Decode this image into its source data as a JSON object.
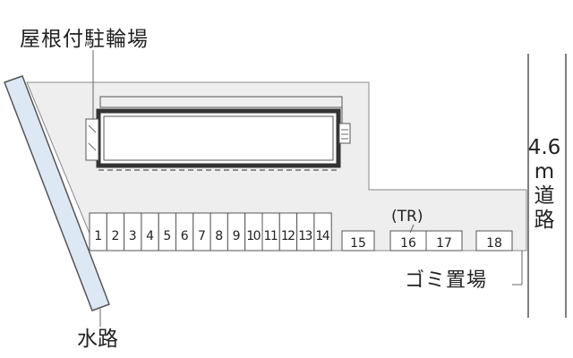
{
  "labels": {
    "bicycle_parking": "屋根付駐輪場",
    "waterway": "水路",
    "garbage": "ゴミ置場",
    "transformer": "(TR)",
    "road_width": "4.6",
    "road_unit": "m",
    "road_char1": "道",
    "road_char2": "路"
  },
  "parking_spaces": [
    "1",
    "2",
    "3",
    "4",
    "5",
    "6",
    "7",
    "8",
    "9",
    "10",
    "11",
    "12",
    "13",
    "14",
    "15",
    "16",
    "17",
    "18"
  ],
  "colors": {
    "lot_fill": "#eeeeee",
    "outline": "#555555",
    "water_fill": "#dce8f4",
    "building_border": "#333333"
  }
}
